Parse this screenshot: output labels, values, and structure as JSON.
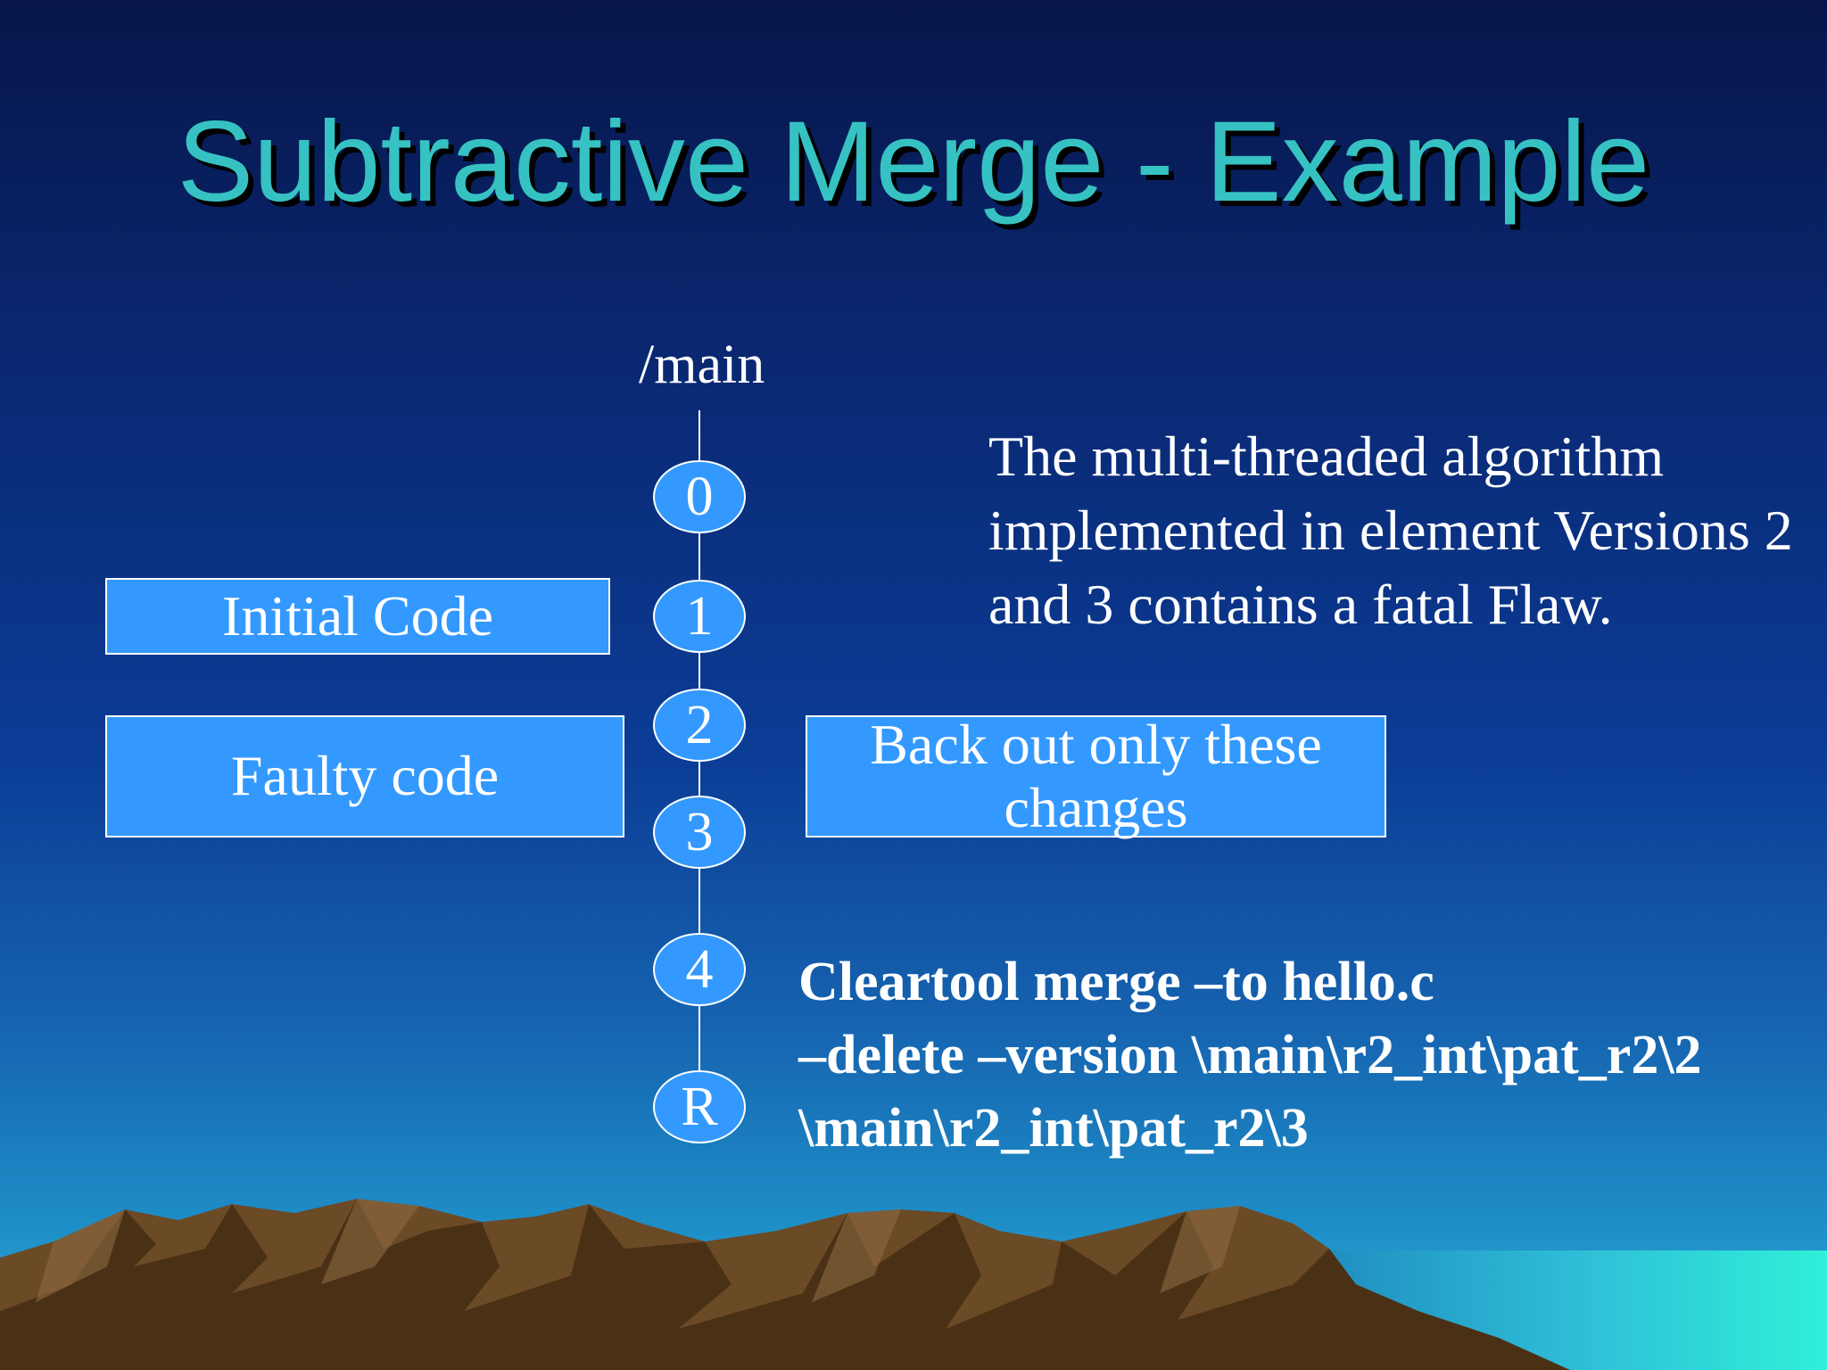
{
  "slide": {
    "title": "Subtractive Merge - Example",
    "branch_label": "/main",
    "versions": [
      "0",
      "1",
      "2",
      "3",
      "4",
      "R"
    ],
    "boxes": {
      "initial": "Initial Code",
      "faulty": "Faulty code",
      "back_out": "Back out only these changes"
    },
    "description": "The multi-threaded algorithm implemented in element Versions 2 and 3 contains a fatal Flaw.",
    "command_lines": [
      "Cleartool merge –to hello.c",
      "–delete –version \\main\\r2_int\\pat_r2\\2",
      "\\main\\r2_int\\pat_r2\\3"
    ]
  },
  "colors": {
    "title": "#36c2c2",
    "node_fill": "#3399ff",
    "box_fill": "#3399ff",
    "text": "#ffffff"
  }
}
